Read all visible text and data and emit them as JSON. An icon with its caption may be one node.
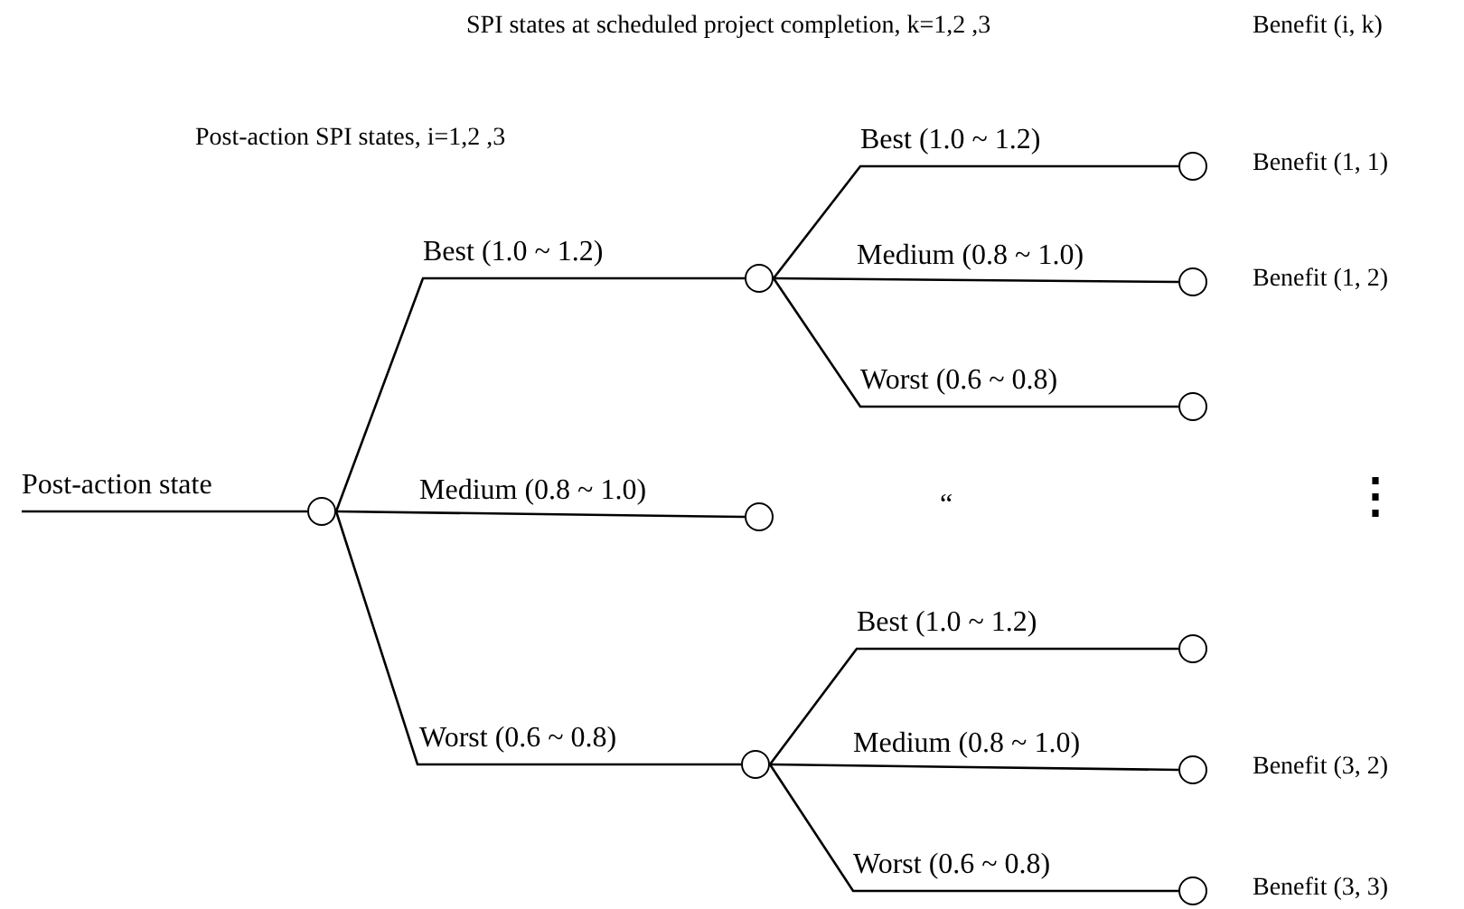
{
  "diagram": {
    "nodes": [
      {
        "text": [],
        "shape": "circle"
      },
      {
        "text": [],
        "shape": "circle"
      },
      {
        "text": [],
        "shape": "circle"
      },
      {
        "text": [],
        "shape": "circle"
      },
      {
        "text": [],
        "shape": "circle",
        "beside": [
          "Benefit (1, 1)"
        ]
      },
      {
        "text": [],
        "shape": "circle",
        "beside": [
          "Benefit (1, 2)"
        ]
      },
      {
        "text": [],
        "shape": "circle"
      },
      {
        "text": [],
        "shape": "circle"
      },
      {
        "text": [],
        "shape": "circle",
        "beside": [
          "Benefit (3, 2)"
        ]
      },
      {
        "text": [],
        "shape": "circle",
        "beside": [
          "Benefit (3, 3)"
        ]
      }
    ],
    "edges": [
      {
        "from": null,
        "to": 0,
        "arrow": "none",
        "label": "Post-action state"
      },
      {
        "from": 0,
        "to": 1,
        "arrow": "none",
        "label": "Best (1.0 ~ 1.2)"
      },
      {
        "from": 0,
        "to": 2,
        "arrow": "none",
        "label": "Medium (0.8 ~ 1.0)"
      },
      {
        "from": 0,
        "to": 3,
        "arrow": "none",
        "label": "Worst (0.6 ~ 0.8)"
      },
      {
        "from": 1,
        "to": 4,
        "arrow": "none",
        "label": "Best (1.0 ~ 1.2)"
      },
      {
        "from": 1,
        "to": 5,
        "arrow": "none",
        "label": "Medium (0.8 ~ 1.0)"
      },
      {
        "from": 1,
        "to": 6,
        "arrow": "none",
        "label": "Worst (0.6 ~ 0.8)"
      },
      {
        "from": 3,
        "to": 7,
        "arrow": "none",
        "label": "Best (1.0 ~ 1.2)"
      },
      {
        "from": 3,
        "to": 8,
        "arrow": "none",
        "label": "Medium (0.8 ~ 1.0)"
      },
      {
        "from": 3,
        "to": 9,
        "arrow": "none",
        "label": "Worst (0.6 ~ 0.8)"
      }
    ],
    "labels": [
      "SPI states at scheduled project completion, k=1,2 ,3",
      "Benefit (i, k)",
      "Post-action SPI states, i=1,2 ,3",
      "“",
      "⋮"
    ]
  }
}
